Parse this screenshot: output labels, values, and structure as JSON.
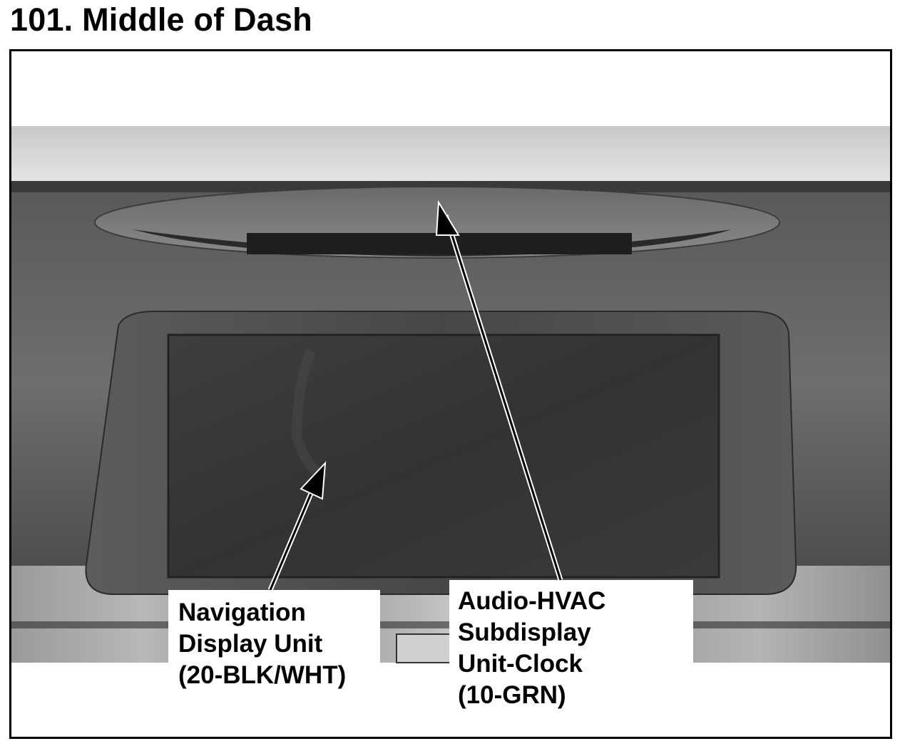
{
  "page": {
    "title": "101. Middle of Dash"
  },
  "callouts": {
    "navigation": {
      "line1": "Navigation",
      "line2": "Display Unit",
      "line3": "(20-BLK/WHT)"
    },
    "subdisplay": {
      "line1": "Audio-HVAC",
      "line2": "Subdisplay",
      "line3": "Unit-Clock",
      "line4": "(10-GRN)"
    }
  }
}
